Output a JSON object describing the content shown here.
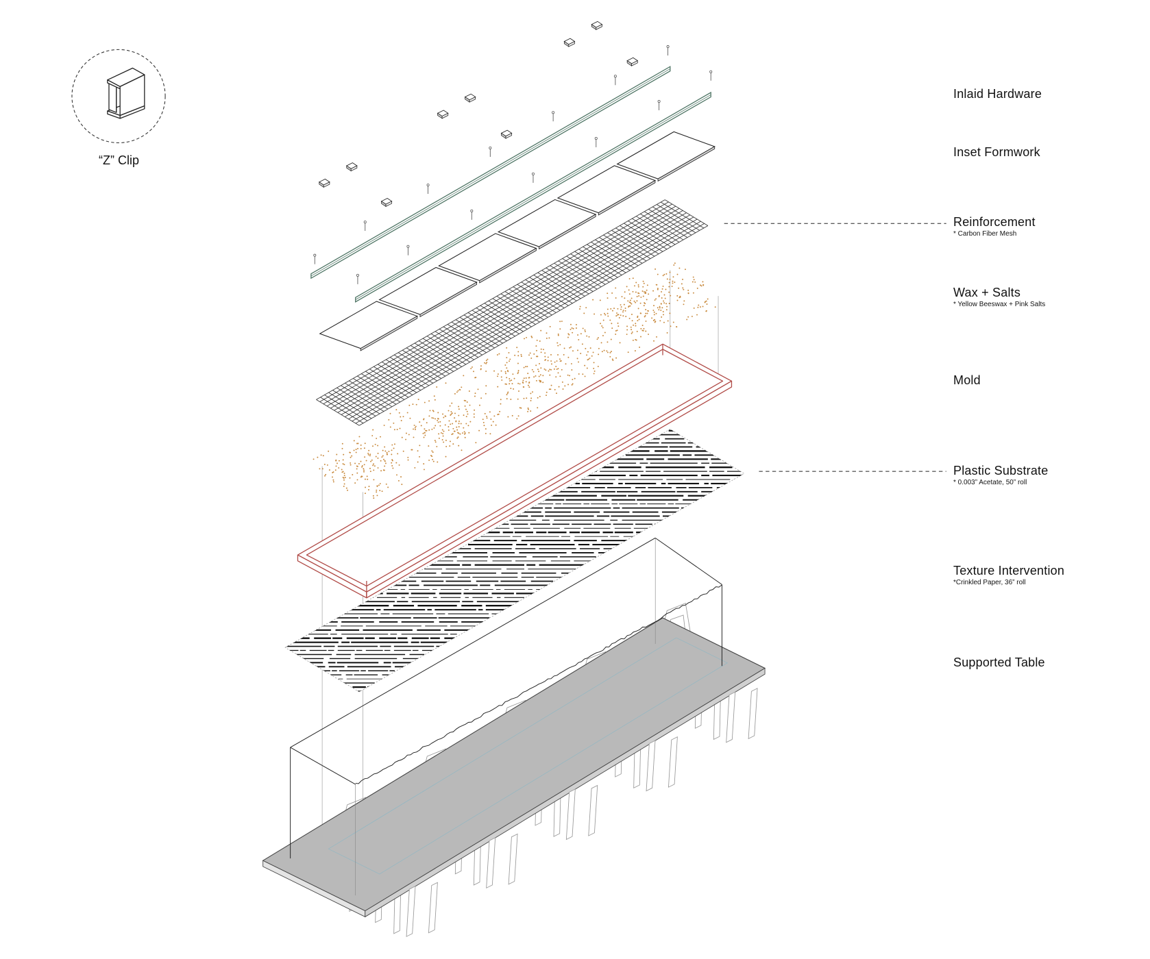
{
  "zclip": {
    "label": "“Z” Clip",
    "icon": "z-clip-icon"
  },
  "layers": [
    {
      "title": "Inlaid Hardware",
      "note": ""
    },
    {
      "title": "Inset Formwork",
      "note": ""
    },
    {
      "title": "Reinforcement",
      "note": "* Carbon Fiber Mesh"
    },
    {
      "title": "Wax + Salts",
      "note": "* Yellow  Beeswax + Pink Salts"
    },
    {
      "title": "Mold",
      "note": ""
    },
    {
      "title": "Plastic Substrate",
      "note": "* 0.003” Acetate, 50” roll"
    },
    {
      "title": "Texture Intervention",
      "note": "*Crinkled Paper, 36” roll"
    },
    {
      "title": "Supported Table",
      "note": ""
    }
  ],
  "colors": {
    "rail": "#4f7565",
    "mold": "#b04a46",
    "salt": "#c8893c",
    "table": "#b9b9b9",
    "line": "#222222"
  }
}
